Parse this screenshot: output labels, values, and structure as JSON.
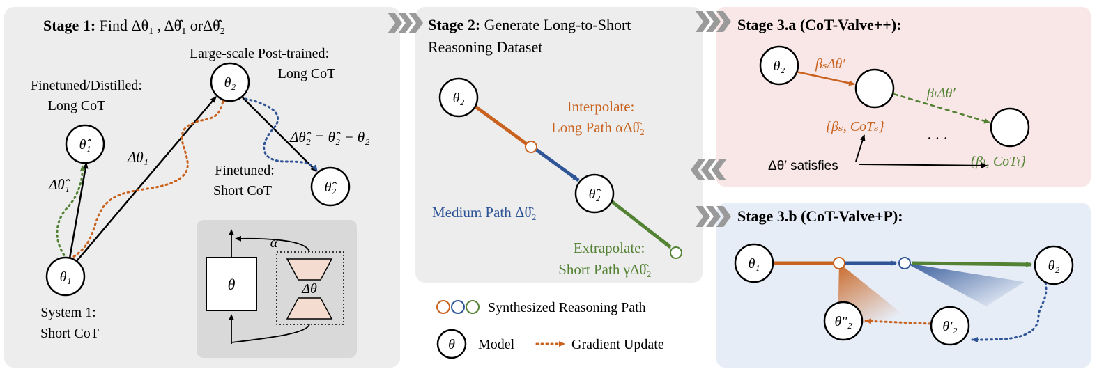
{
  "colors": {
    "orange": "#c8621e",
    "blue": "#2f5597",
    "green": "#548235",
    "panel_gray": "#ededed",
    "panel_pink": "#f9e6e6",
    "panel_blue": "#e7edf7",
    "inset_gray": "#d9d9d9",
    "delta_fill": "#f4ddd0",
    "chevron": "#9a9a9a"
  },
  "stage1": {
    "title_bold": "Stage 1:",
    "title_rest": " Find Δθ",
    "title_sub1": "1",
    "title_mid": " , Δθ̂",
    "title_sub2": "1",
    "title_or": " orΔθ̂",
    "title_sub3": "2",
    "label_largescale_1": "Large-scale Post-trained:",
    "label_largescale_2": "Long CoT",
    "label_finetuned_1": "Finetuned/Distilled:",
    "label_finetuned_2": "Long CoT",
    "label_finetuned_short_1": "Finetuned:",
    "label_finetuned_short_2": "Short CoT",
    "label_system1_1": "System 1:",
    "label_system1_2": "Short CoT",
    "eq_delta_theta2": "Δθ̂₂  = θ̂₂ − θ₂",
    "delta_theta1": "Δθ₁",
    "delta_theta_hat1": "Δθ̂₁",
    "node_theta1": "θ₁",
    "node_theta2": "θ₂",
    "node_theta_hat1": "θ̂₁",
    "node_theta_hat2": "θ̂₂",
    "inset_theta": "θ",
    "inset_delta": "Δθ",
    "inset_alpha": "α"
  },
  "stage2": {
    "title_bold": "Stage 2:",
    "title_rest_1": " Generate Long-to-Short",
    "title_rest_2": "Reasoning Dataset",
    "interpolate_1": "Interpolate:",
    "interpolate_2": "Long Path αΔθ̂₂",
    "medium": "Medium Path Δθ̂₂",
    "extrapolate_1": "Extrapolate:",
    "extrapolate_2": "Short Path γΔθ̂₂",
    "node_theta2": "θ₂",
    "node_theta_hat2": "θ̂₂"
  },
  "stage3a": {
    "title": "Stage 3.a (CoT-Valve++):",
    "node_theta2": "θ₂",
    "edge_short": "βₛΔθ′",
    "edge_long": "βₗΔθ′",
    "set_short": "{βₛ, CoTₛ}",
    "set_long": "{βₗ, CoTₗ}",
    "ellipsis": "· · ·",
    "satisfies": "Δθ′ satisfies"
  },
  "stage3b": {
    "title": "Stage 3.b (CoT-Valve+P):",
    "node_theta1": "θ₁",
    "node_theta2": "θ₂",
    "node_theta2_prime": "θ′₂",
    "node_theta2_dprime": "θ″₂"
  },
  "legend": {
    "synth": "Synthesized Reasoning Path",
    "model_symbol": "θ",
    "model": "Model",
    "gradient": "Gradient Update"
  }
}
